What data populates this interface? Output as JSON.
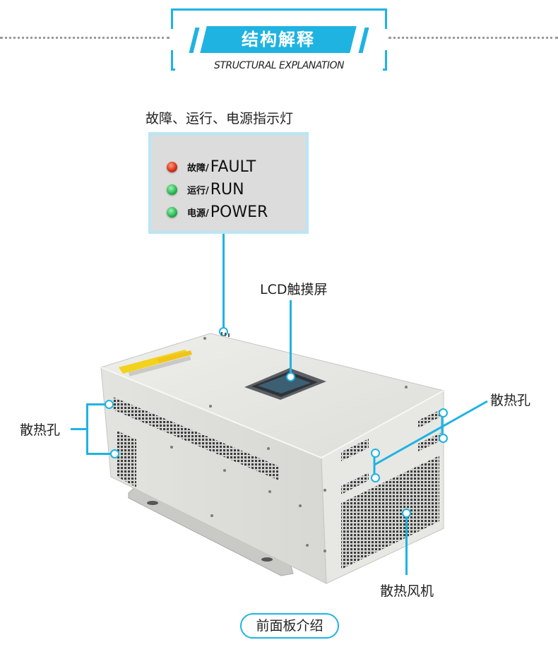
{
  "header": {
    "title": "结构解释",
    "subtitle": "STRUCTURAL EXPLANATION"
  },
  "indicator_panel": {
    "caption": "故障、运行、电源指示灯",
    "items": [
      {
        "cn": "故障/",
        "en": "FAULT",
        "led_color": "#d42b14"
      },
      {
        "cn": "运行/",
        "en": "RUN",
        "led_color": "#23b54b"
      },
      {
        "cn": "电源/",
        "en": "POWER",
        "led_color": "#23b54b"
      }
    ]
  },
  "callouts": {
    "lcd": "LCD触摸屏",
    "vent_left": "散热孔",
    "vent_right": "散热孔",
    "fan": "散热风机"
  },
  "footer": {
    "label": "前面板介绍"
  },
  "colors": {
    "accent": "#1fb3e2",
    "device_body": "#e2e3df"
  }
}
